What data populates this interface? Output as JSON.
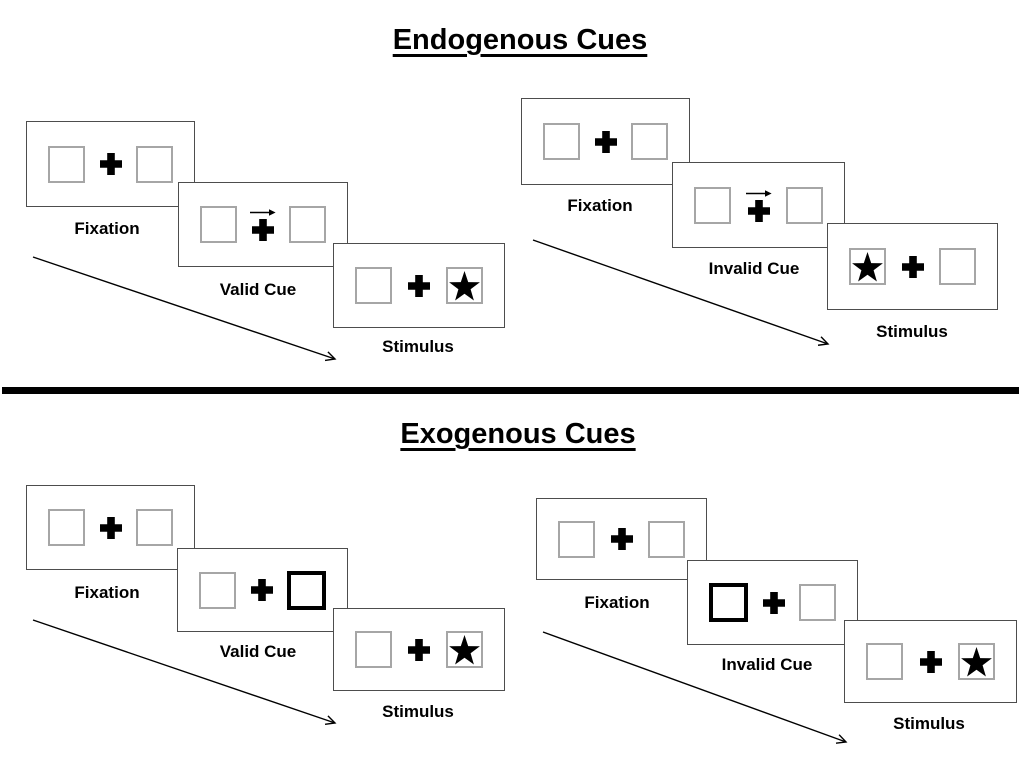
{
  "figure": {
    "type": "experiment-paradigm-diagram",
    "description": "Posner spatial cueing task: endogenous vs exogenous cue sequences"
  },
  "colors": {
    "background": "#ffffff",
    "ink": "#000000",
    "panel_border": "#4d4d4d",
    "placeholder_square_border": "#a6a6a6",
    "cue_square_border": "#000000"
  },
  "icons": {
    "fixation_cross": "plus-icon",
    "stimulus_star": "star-icon",
    "endogenous_cue": "right-arrow-icon",
    "sequence_arrow": "diagonal-arrow-down-right"
  },
  "sections": [
    {
      "title": "Endogenous Cues",
      "sequences": [
        {
          "type": "valid",
          "steps": [
            {
              "label": "Fixation",
              "left_box": "empty",
              "center": "fixation-cross",
              "right_box": "empty"
            },
            {
              "label": "Valid Cue",
              "left_box": "empty",
              "center": "fixation-cross with right-arrow above",
              "right_box": "empty"
            },
            {
              "label": "Stimulus",
              "left_box": "empty",
              "center": "fixation-cross",
              "right_box": "star"
            }
          ]
        },
        {
          "type": "invalid",
          "steps": [
            {
              "label": "Fixation",
              "left_box": "empty",
              "center": "fixation-cross",
              "right_box": "empty"
            },
            {
              "label": "Invalid Cue",
              "left_box": "empty",
              "center": "fixation-cross with right-arrow above",
              "right_box": "empty"
            },
            {
              "label": "Stimulus",
              "left_box": "star",
              "center": "fixation-cross",
              "right_box": "empty"
            }
          ]
        }
      ]
    },
    {
      "title": "Exogenous Cues",
      "sequences": [
        {
          "type": "valid",
          "steps": [
            {
              "label": "Fixation",
              "left_box": "empty",
              "center": "fixation-cross",
              "right_box": "empty"
            },
            {
              "label": "Valid Cue",
              "left_box": "empty",
              "center": "fixation-cross",
              "right_box": "thick-outline"
            },
            {
              "label": "Stimulus",
              "left_box": "empty",
              "center": "fixation-cross",
              "right_box": "star"
            }
          ]
        },
        {
          "type": "invalid",
          "steps": [
            {
              "label": "Fixation",
              "left_box": "empty",
              "center": "fixation-cross",
              "right_box": "empty"
            },
            {
              "label": "Invalid Cue",
              "left_box": "thick-outline",
              "center": "fixation-cross",
              "right_box": "empty"
            },
            {
              "label": "Stimulus",
              "left_box": "empty",
              "center": "fixation-cross",
              "right_box": "star"
            }
          ]
        }
      ]
    }
  ]
}
